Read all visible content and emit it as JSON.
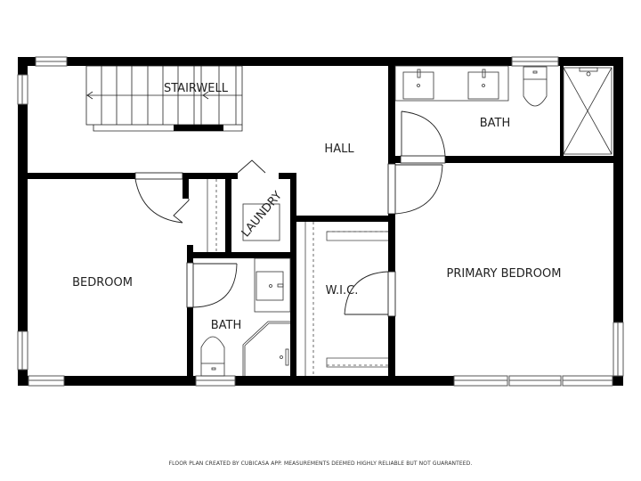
{
  "floor_plan": {
    "rooms": [
      {
        "id": "stairwell",
        "label": "STAIRWELL"
      },
      {
        "id": "hall",
        "label": "HALL"
      },
      {
        "id": "primary-bath",
        "label": "BATH"
      },
      {
        "id": "laundry",
        "label": "LAUNDRY"
      },
      {
        "id": "bedroom",
        "label": "BEDROOM"
      },
      {
        "id": "bath",
        "label": "BATH"
      },
      {
        "id": "wic",
        "label": "W.I.C."
      },
      {
        "id": "primary-bedroom",
        "label": "PRIMARY BEDROOM"
      }
    ],
    "colors": {
      "wall": "#000000",
      "line": "#222222",
      "fixture": "#444444",
      "background": "#ffffff"
    }
  },
  "footer": {
    "disclaimer": "FLOOR PLAN CREATED BY CUBICASA APP. MEASUREMENTS DEEMED HIGHLY RELIABLE BUT NOT GUARANTEED."
  }
}
